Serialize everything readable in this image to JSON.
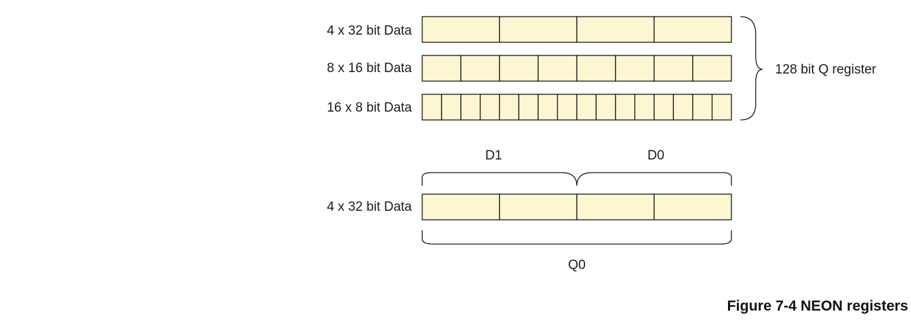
{
  "figure": {
    "caption": "Figure 7-4 NEON registers"
  },
  "rows": [
    {
      "label": "4 x 32 bit Data",
      "lanes": 4
    },
    {
      "label": "8 x 16 bit Data",
      "lanes": 8
    },
    {
      "label": "16 x 8 bit Data",
      "lanes": 16
    },
    {
      "label": "4 x 32 bit Data",
      "lanes": 4
    }
  ],
  "braces": {
    "q_register_label": "128 bit Q register",
    "d1_label": "D1",
    "d0_label": "D0",
    "q0_label": "Q0"
  },
  "colors": {
    "cell_fill": "#fdf6d2",
    "stroke": "#1a1a1a"
  }
}
